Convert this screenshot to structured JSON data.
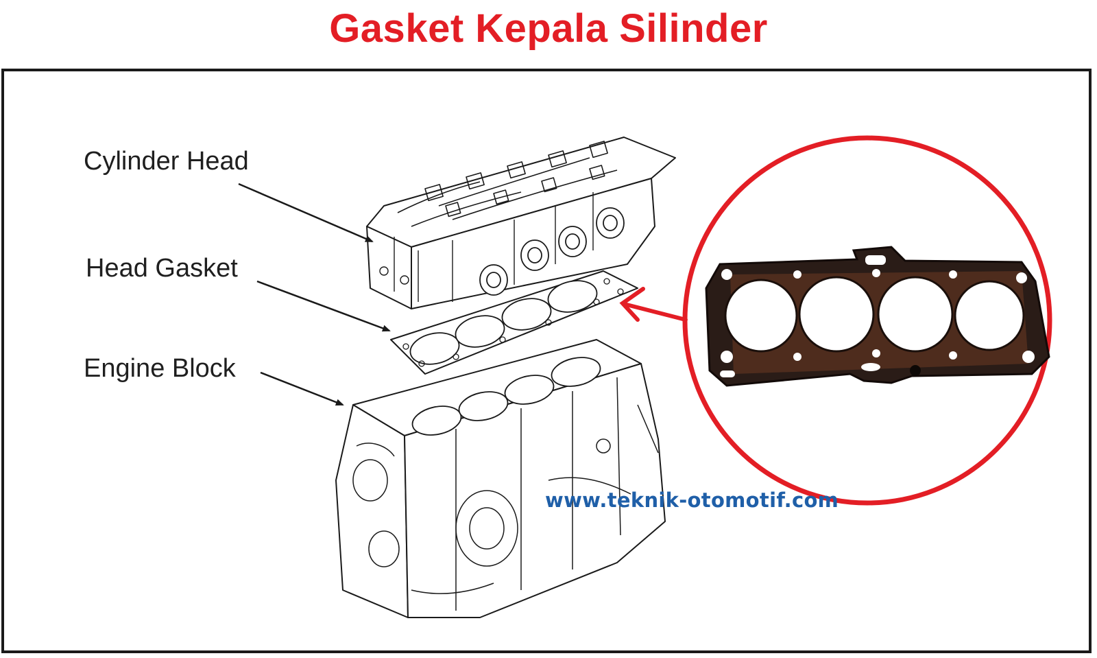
{
  "title": "Gasket Kepala Silinder",
  "labels": {
    "cylinder_head": "Cylinder Head",
    "head_gasket": "Head Gasket",
    "engine_block": "Engine Block"
  },
  "watermark": "www.teknik-otomotif.com",
  "colors": {
    "title": "#e31e25",
    "callout_circle": "#e31e25",
    "watermark": "#1f5fa8",
    "line_art": "#1a1a1a",
    "gasket_body": "#2a1c17",
    "gasket_rust": "#8a4a2a"
  },
  "icons": [
    "line-art-cylinder-head",
    "line-art-head-gasket",
    "line-art-engine-block",
    "gasket-photo",
    "arrow-icon"
  ]
}
